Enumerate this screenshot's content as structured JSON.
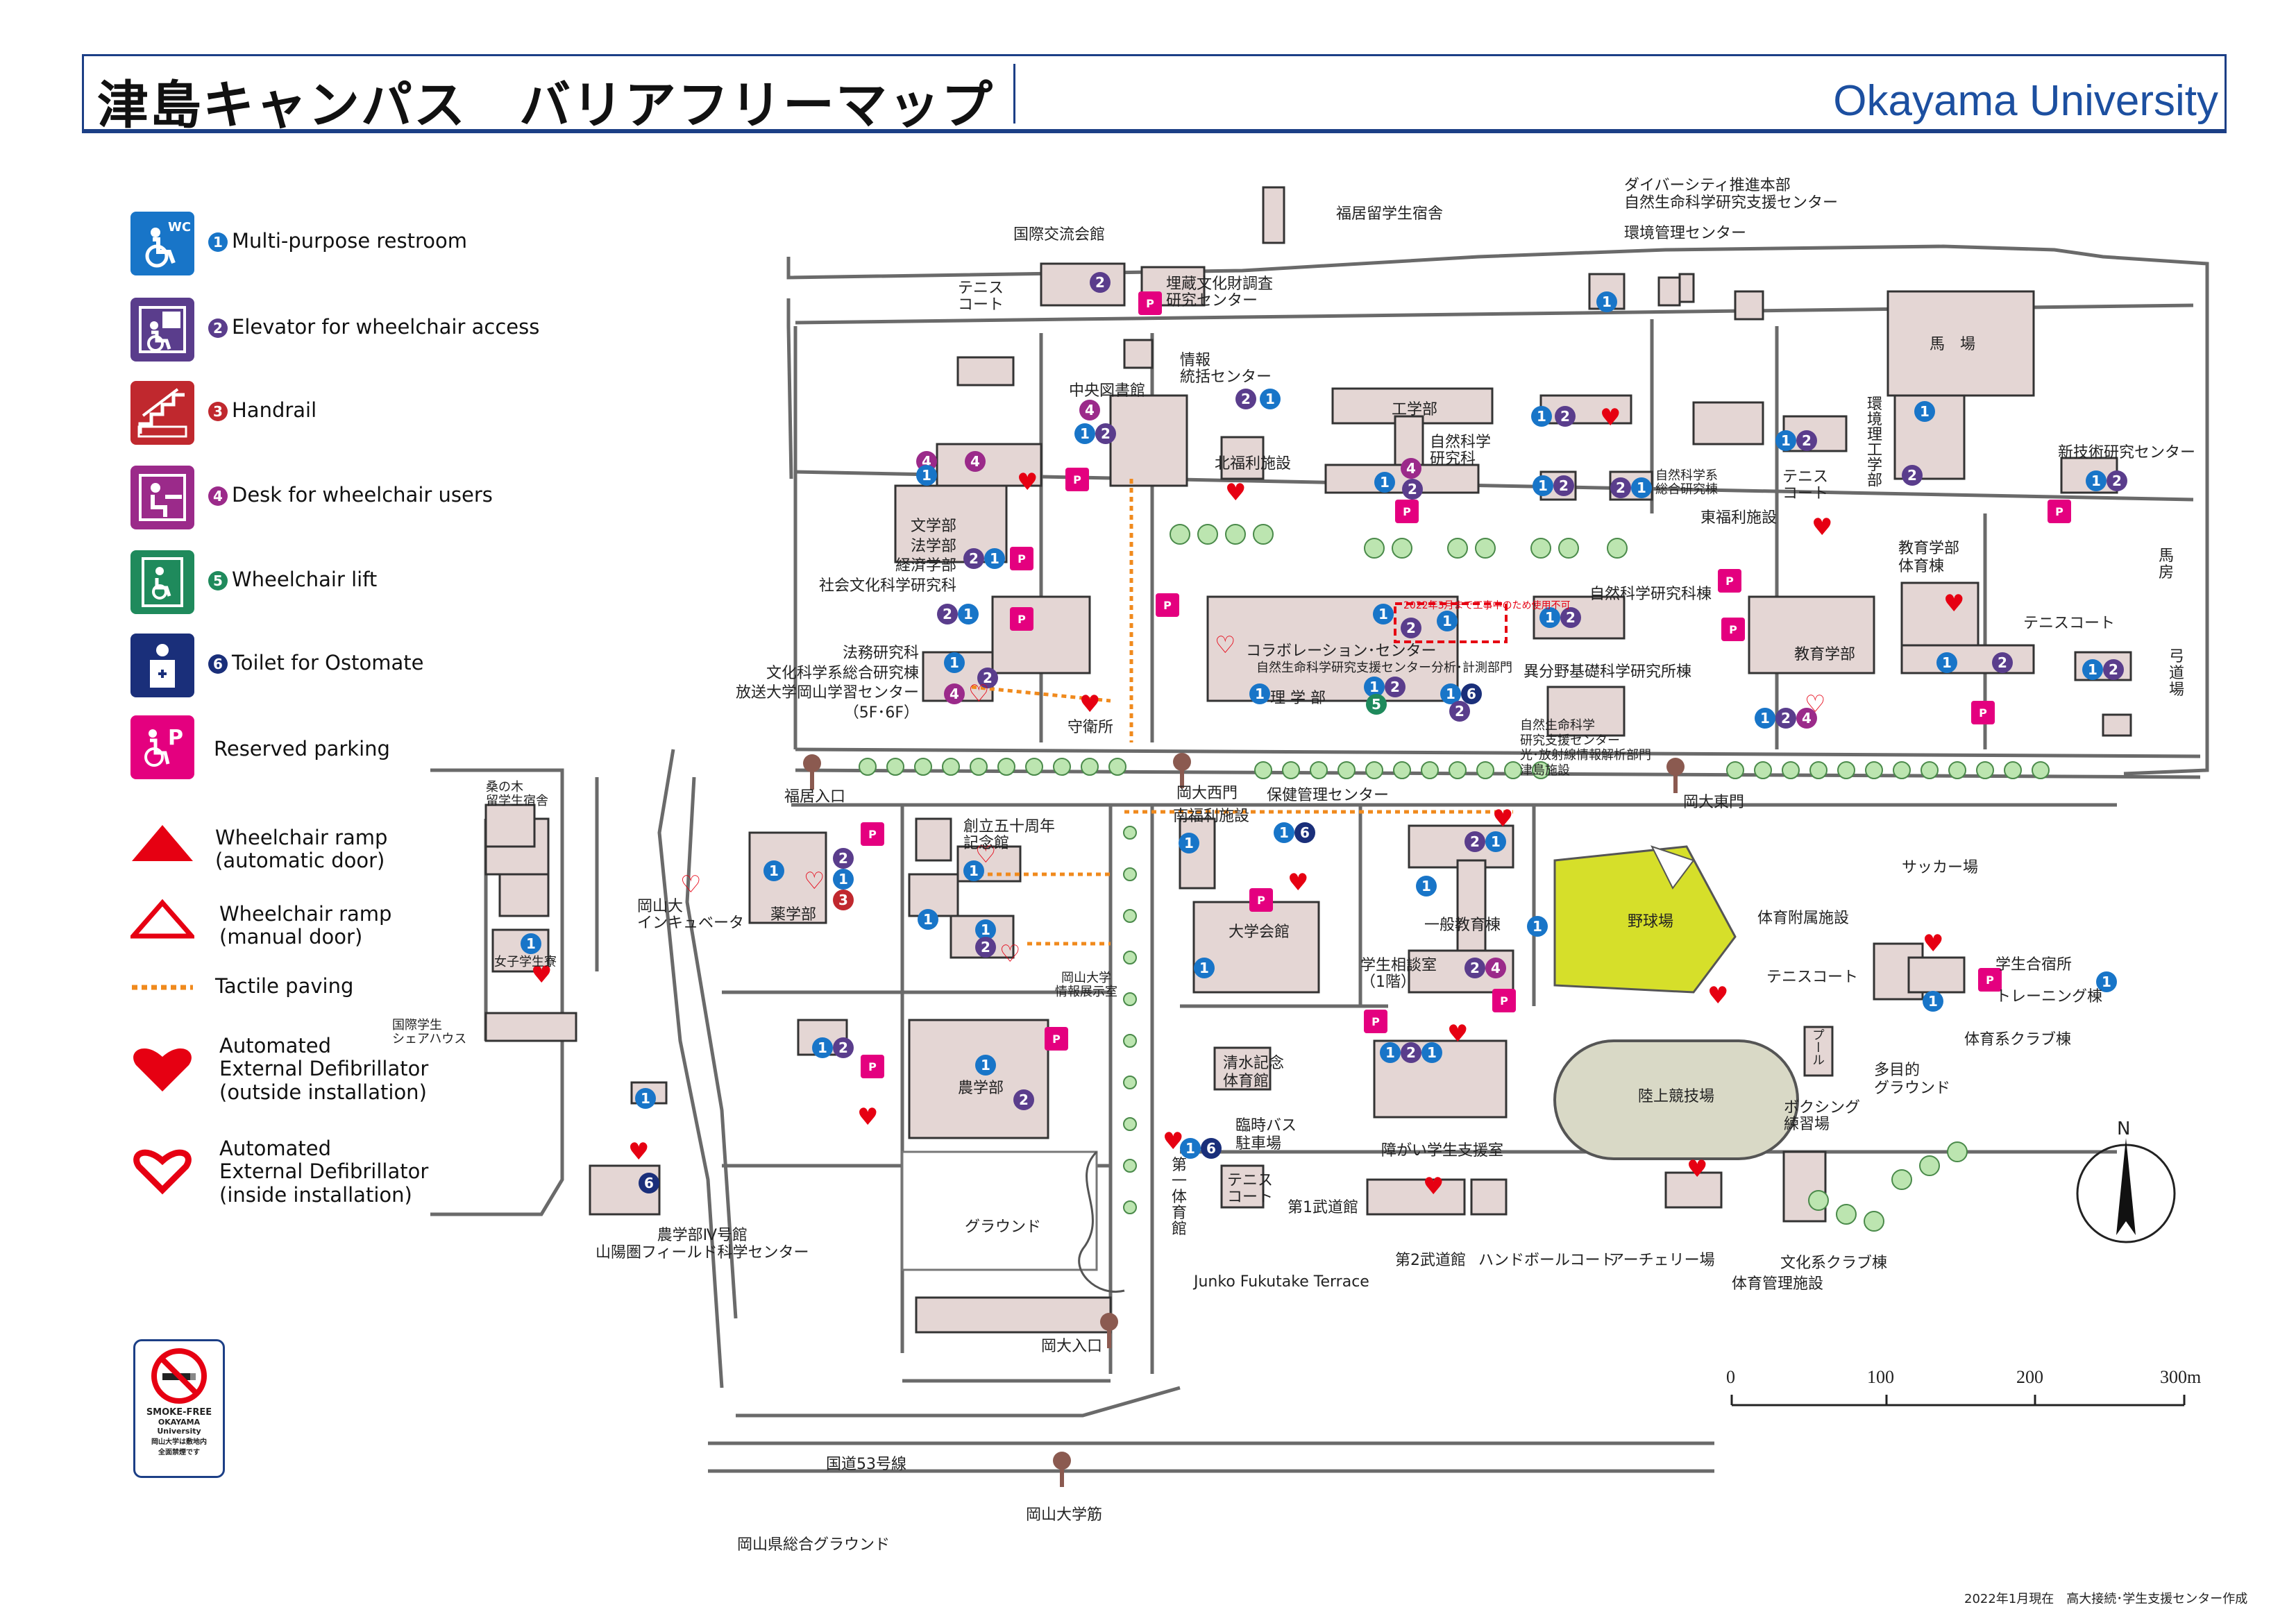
{
  "header": {
    "title": "津島キャンパス　バリアフリーマップ",
    "university": "Okayama University"
  },
  "colors": {
    "navy": "#1c3f86",
    "blue": "#1875c8",
    "purple": "#5a3d8c",
    "red": "#c0282e",
    "magenta": "#9b2a8a",
    "green": "#1f8a5c",
    "darkblue": "#1a2f7a",
    "pink": "#e4007f",
    "building": "#e4d6d4",
    "ground": "#d9d9c6",
    "baseball": "#d6df2a"
  },
  "legend": [
    {
      "num": "1",
      "text": "Multi-purpose restroom",
      "icon": "wc-icon",
      "badge": "WC"
    },
    {
      "num": "2",
      "text": "Elevator for wheelchair access",
      "icon": "elevator-icon"
    },
    {
      "num": "3",
      "text": "Handrail",
      "icon": "handrail-icon"
    },
    {
      "num": "4",
      "text": "Desk for wheelchair users",
      "icon": "desk-icon"
    },
    {
      "num": "5",
      "text": "Wheelchair lift",
      "icon": "lift-icon"
    },
    {
      "num": "6",
      "text": "Toilet for Ostomate",
      "icon": "ostomate-icon"
    },
    {
      "num": "",
      "text": "Reserved parking",
      "icon": "parking-icon"
    }
  ],
  "legend_symbols": [
    {
      "text": "Wheelchair ramp\n(automatic door)",
      "icon": "ramp-filled-icon"
    },
    {
      "text": "Wheelchair ramp\n(manual door)",
      "icon": "ramp-outline-icon"
    },
    {
      "text": "Tactile paving",
      "icon": "tactile-paving-icon"
    },
    {
      "text": "Automated\nExternal Defibrillator\n(outside installation)",
      "icon": "aed-filled-icon"
    },
    {
      "text": "Automated\nExternal Defibrillator\n(inside installation)",
      "icon": "aed-outline-icon"
    }
  ],
  "smoke_free": {
    "line1": "SMOKE-FREE",
    "line2": "OKAYAMA",
    "line3": "University",
    "line4": "岡山大学は敷地内",
    "line5": "全面禁煙です"
  },
  "labels": {
    "fukui": "福居留学生宿舎",
    "kokusai": "国際交流会館",
    "tennis1": "テニス\nコート",
    "maizo": "埋蔵文化財調査\n研究センター",
    "diversity": "ダイバーシティ推進本部\n自然生命科学研究支援センター",
    "kankyo": "環境管理センター",
    "baba": "馬　場",
    "chuo_lib": "中央図書館",
    "joho": "情報\n統括センター",
    "kitafuku": "北福利施設",
    "kogaku": "工学部",
    "shizen_kenkyu": "自然科学\n研究科",
    "shizen_sogo": "自然科学系\n総合研究棟",
    "tennis2": "テニス\nコート",
    "higashifuku": "東福利施設",
    "kankyo_ri": "環境理工学部",
    "shingijutsu": "新技術研究センター",
    "bun": "文学部\n法学部\n経済学部\n社会文化科学研究科",
    "houmu": "法務研究科\n文化科学系総合研究棟\n放送大学岡山学習センター\n（5F･6F）",
    "shueisho": "守衛所",
    "collab": "コラボレーション･センター",
    "collab_sub": "自然生命科学研究支援センター分析･計測部門",
    "rigaku": "理 学 部",
    "shizenkagaku_bldg": "自然科学研究科棟",
    "ibunya": "異分野基礎科学研究所棟",
    "shizen_shien": "自然生命科学\n研究支援センター\n光･放射線情報解析部門\n津島施設",
    "kyoiku_tai": "教育学部\n体育棟",
    "kyoiku": "教育学部",
    "tennis3": "テニスコート",
    "kyudo": "弓\n道\n場",
    "bagbou": "馬\n房",
    "notice": "2022年3月まで工事中のため使用不可",
    "fukui_gate": "福居入口",
    "nishimon": "岡大西門",
    "higashimon": "岡大東門",
    "minamifuku": "南福利施設",
    "hoken": "保健管理センター",
    "sonoki": "桑の木\n留学生宿舎",
    "joshi": "女子学生寮",
    "incubator": "岡山大\nインキュベータ",
    "yakugaku": "薬学部",
    "sohritsu": "創立五十周年\n記念館",
    "daigaku_kaikan": "大学会館",
    "ippan": "一般教育棟",
    "gakusei_sodan": "学生相談室\n（1階）",
    "yakyu": "野球場",
    "soccer": "サッカー場",
    "taiiku_fuzoku": "体育附属施設",
    "tennis4": "テニスコート",
    "gakusei_gasshuku": "学生合宿所",
    "training": "トレーニング棟",
    "taiikukei": "体育系クラブ棟",
    "pool": "プール",
    "tamokuteki": "多目的\nグラウンド",
    "kokusai_share": "国際学生\nシェアハウス",
    "nogaku": "農学部",
    "shimizu": "清水記念\n体育館",
    "rinji_bus": "臨時バス\n駐車場",
    "shogai": "障がい学生支援室",
    "rikujo": "陸上競技場",
    "boxing": "ボクシング\n練習場",
    "ground": "グラウンド",
    "tennis5": "テニス\nコート",
    "budo1": "第1武道館",
    "budo2": "第2武道館",
    "handball": "ハンドボールコート",
    "archery": "アーチェリー場",
    "bunka": "文化系クラブ棟",
    "taiiku_kanri": "体育管理施設",
    "nogaku4": "農学部Ⅳ号館\n山陽圏フィールド科学センター",
    "junko": "Junko Fukutake Terrace",
    "daiichi_tai": "第\n一\n体\n育\n館",
    "okadai_iriguchi": "岡大入口",
    "kokudo": "国道53号線",
    "okadai_suji": "岡山大学筋",
    "sogo_ground": "岡山県総合グラウンド",
    "shingakushi": "岡山大学\n情報展示室",
    "footer": "2022年1月現在　高大接続･学生支援センター作成"
  },
  "compass": {
    "north": "N"
  },
  "scale": {
    "ticks": [
      "0",
      "100",
      "200",
      "300m"
    ]
  }
}
